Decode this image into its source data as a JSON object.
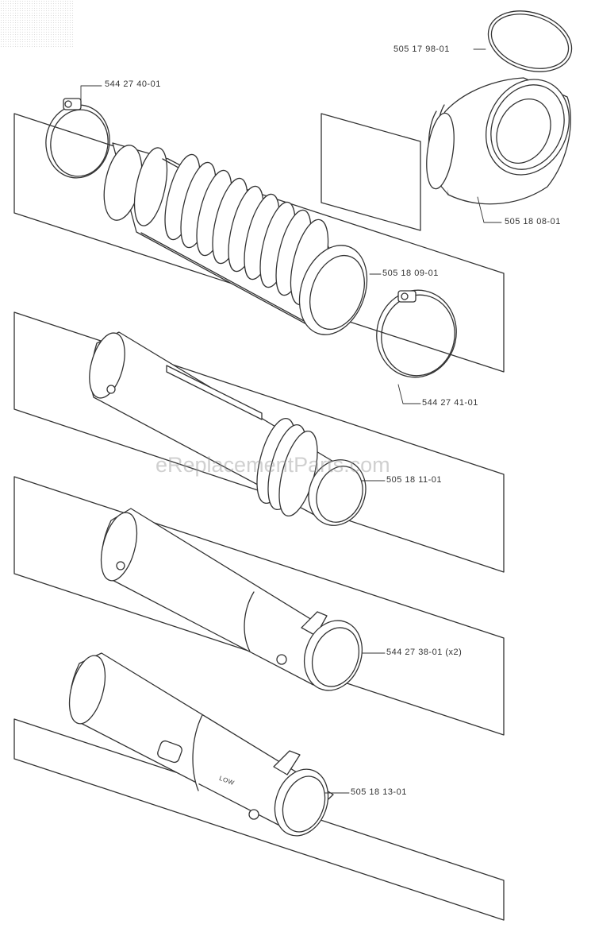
{
  "watermark": "eReplacementParts.com",
  "parts": [
    {
      "id": "gasket",
      "number": "505 17 98-01"
    },
    {
      "id": "clamp-top",
      "number": "544 27 40-01"
    },
    {
      "id": "elbow",
      "number": "505 18 08-01"
    },
    {
      "id": "bellows-ring",
      "number": "505 18 09-01"
    },
    {
      "id": "clamp-mid",
      "number": "544 27 41-01"
    },
    {
      "id": "tube-1",
      "number": "505 18 11-01"
    },
    {
      "id": "tube-2",
      "number": "544 27 38-01 (x2)"
    },
    {
      "id": "nozzle",
      "number": "505 18 13-01"
    }
  ],
  "nozzle_marking": "LOW"
}
